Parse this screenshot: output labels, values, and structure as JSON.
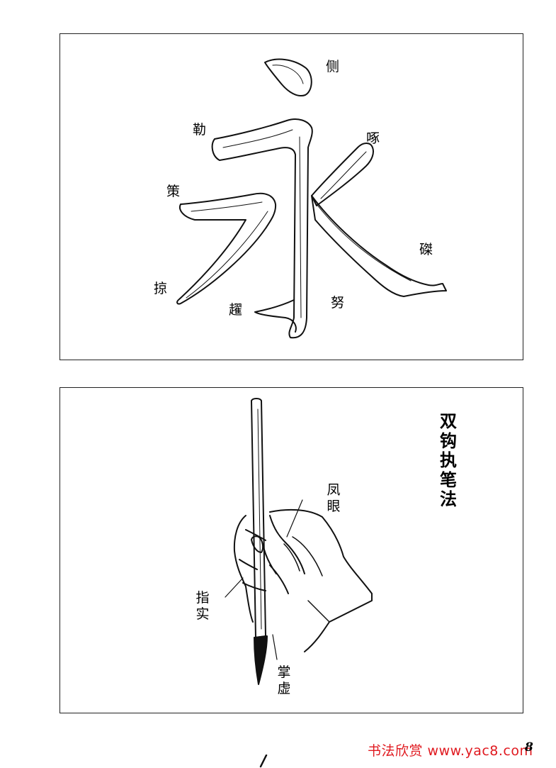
{
  "panel_yong": {
    "character": "永",
    "labels": {
      "ce": "侧",
      "le": "勒",
      "zhuo": "啄",
      "ce2": "策",
      "zhe": "磔",
      "lue": "掠",
      "ti": "趯",
      "nu": "努"
    }
  },
  "panel_grip": {
    "title": [
      "双",
      "钩",
      "执",
      "笔",
      "法"
    ],
    "labels": {
      "fengyan": [
        "凤",
        "眼"
      ],
      "zhishi": [
        "指",
        "实"
      ],
      "zhangxu": [
        "掌",
        "虚"
      ]
    }
  },
  "footer": {
    "watermark": "书法欣赏 www.yac8.com",
    "page_number": "8"
  }
}
